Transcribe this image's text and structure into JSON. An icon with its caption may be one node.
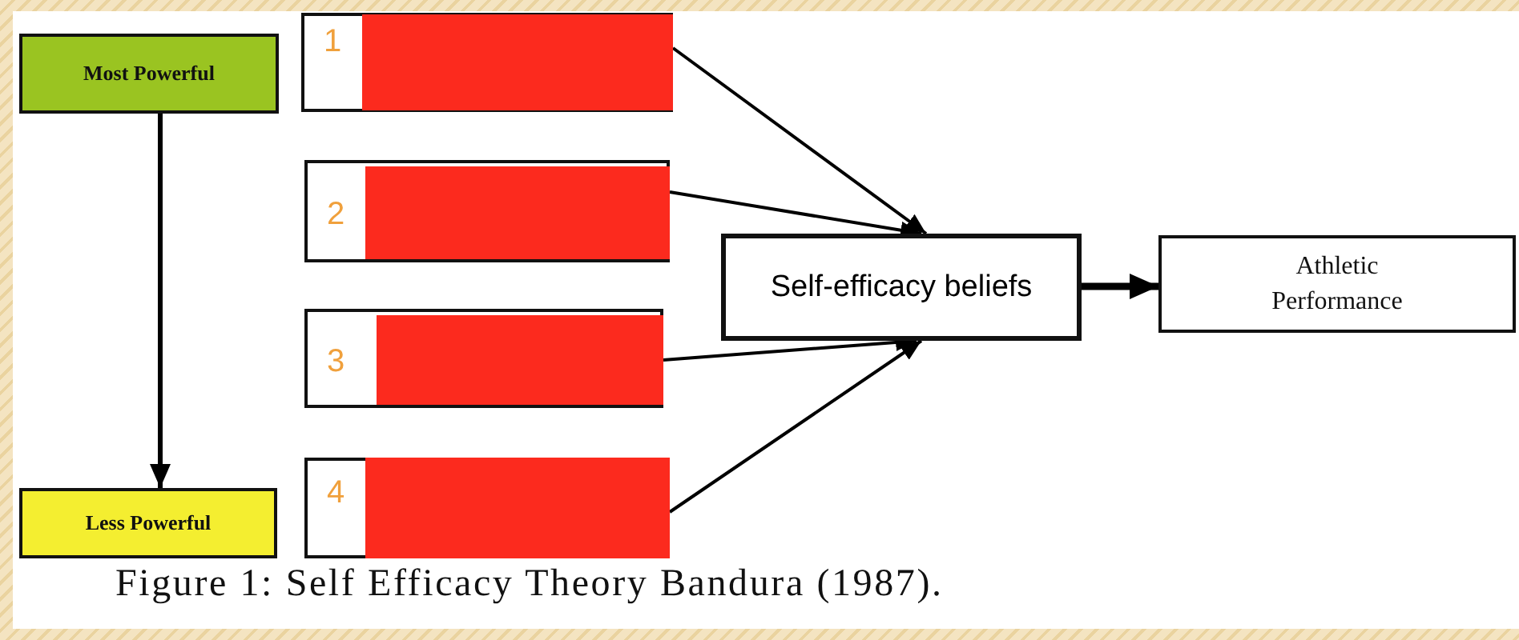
{
  "diagram": {
    "caption": "Figure 1: Self Efficacy Theory Bandura (1987).",
    "nodes": [
      {
        "text": [
          "Most Powerful"
        ]
      },
      {
        "text": [
          "1"
        ]
      },
      {
        "text": [
          "2"
        ]
      },
      {
        "text": [
          "3"
        ]
      },
      {
        "text": [
          "4"
        ]
      },
      {
        "text": [
          "Less Powerful"
        ]
      },
      {
        "text": [
          "Self-efficacy beliefs"
        ]
      },
      {
        "text": [
          "Athletic Performance"
        ]
      }
    ],
    "edges": [
      {
        "from": 0,
        "to": 5,
        "arrow": "to"
      },
      {
        "from": 1,
        "to": 6,
        "arrow": "to"
      },
      {
        "from": 2,
        "to": 6,
        "arrow": "to"
      },
      {
        "from": 3,
        "to": 6,
        "arrow": "to"
      },
      {
        "from": 4,
        "to": 6,
        "arrow": "to"
      },
      {
        "from": 6,
        "to": 7,
        "arrow": "to",
        "style": "thick"
      }
    ]
  }
}
